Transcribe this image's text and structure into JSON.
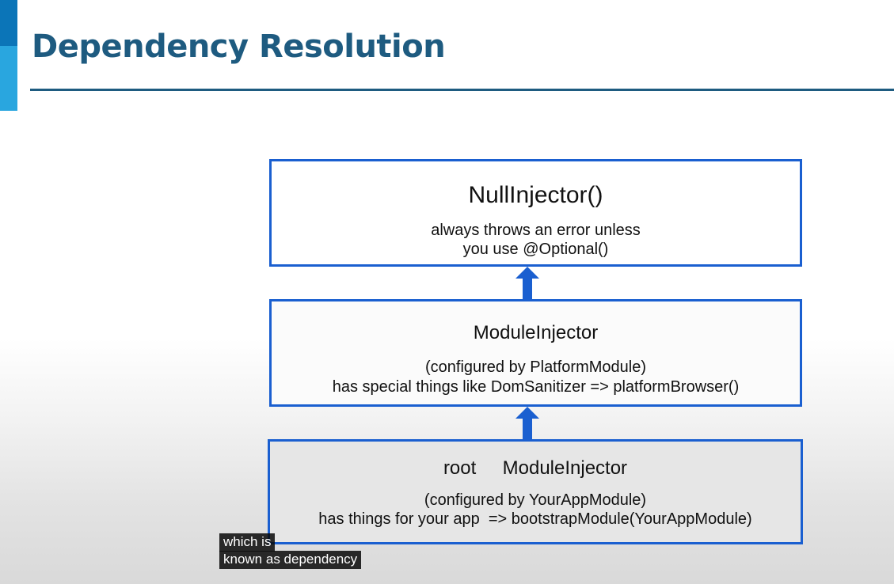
{
  "slide": {
    "title": "Dependency Resolution"
  },
  "diagram": {
    "boxes": [
      {
        "heading": "NullInjector()",
        "lines": [
          "always throws an error unless",
          "you use @Optional()"
        ]
      },
      {
        "heading": "ModuleInjector",
        "lines": [
          "(configured by PlatformModule)",
          "has special things like DomSanitizer => platformBrowser()"
        ]
      },
      {
        "heading": "root     ModuleInjector",
        "lines": [
          "(configured by YourAppModule)",
          "has things for your app  => bootstrapModule(YourAppModule)"
        ]
      }
    ],
    "arrow_direction": "up"
  },
  "captions": [
    "which is",
    "known as dependency"
  ],
  "colors": {
    "title": "#1e5b80",
    "box_border": "#1a5fd0",
    "arrow": "#1a5fd0",
    "accent_dark": "#0b75b8",
    "accent_light": "#29a6df"
  }
}
